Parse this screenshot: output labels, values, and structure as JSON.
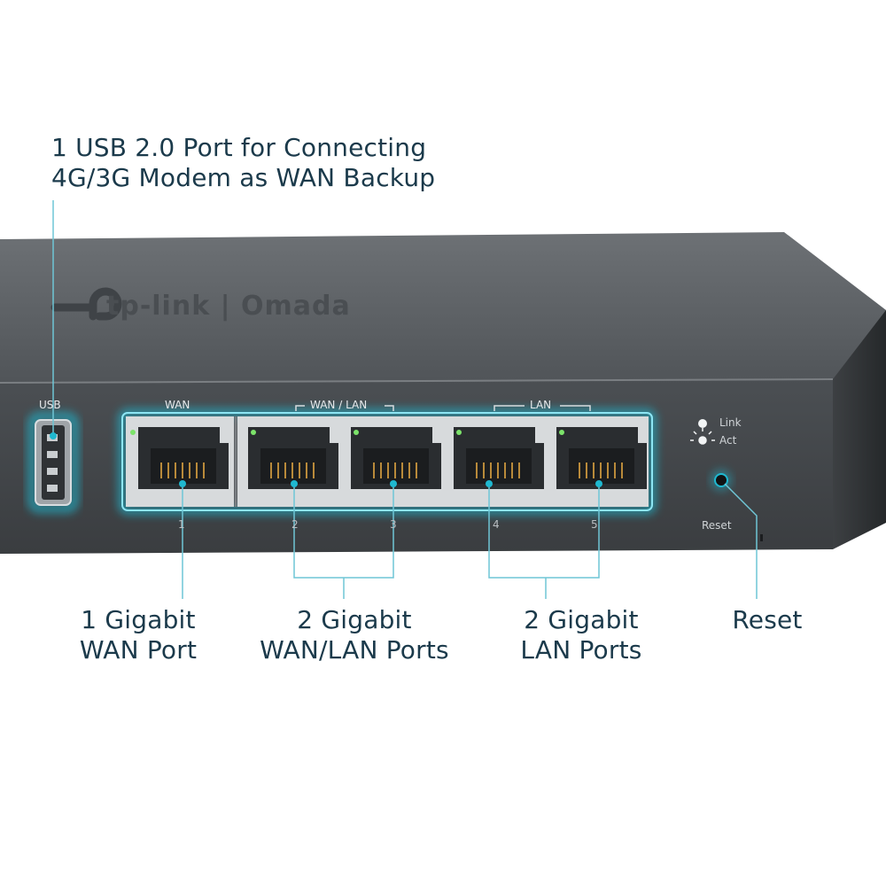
{
  "callouts": {
    "usb": {
      "line1": "1 USB 2.0 Port for Connecting",
      "line2": "4G/3G Modem as WAN Backup"
    },
    "wan": {
      "line1": "1 Gigabit",
      "line2": "WAN Port"
    },
    "wanlan": {
      "line1": "2 Gigabit",
      "line2": "WAN/LAN Ports"
    },
    "lan": {
      "line1": "2 Gigabit",
      "line2": "LAN Ports"
    },
    "reset": {
      "line1": "Reset"
    }
  },
  "device": {
    "brand": "tp-link | Omada",
    "labels": {
      "usb": "USB",
      "wan": "WAN",
      "wanlan": "WAN / LAN",
      "lan": "LAN",
      "link": "Link",
      "act": "Act",
      "reset": "Reset"
    },
    "port_numbers": [
      "1",
      "2",
      "3",
      "4",
      "5"
    ]
  },
  "colors": {
    "accent": "#1fb8d0",
    "callout_text": "#1b3a4b",
    "leader_line": "#6fc6d6",
    "device_body": "#55595d"
  }
}
